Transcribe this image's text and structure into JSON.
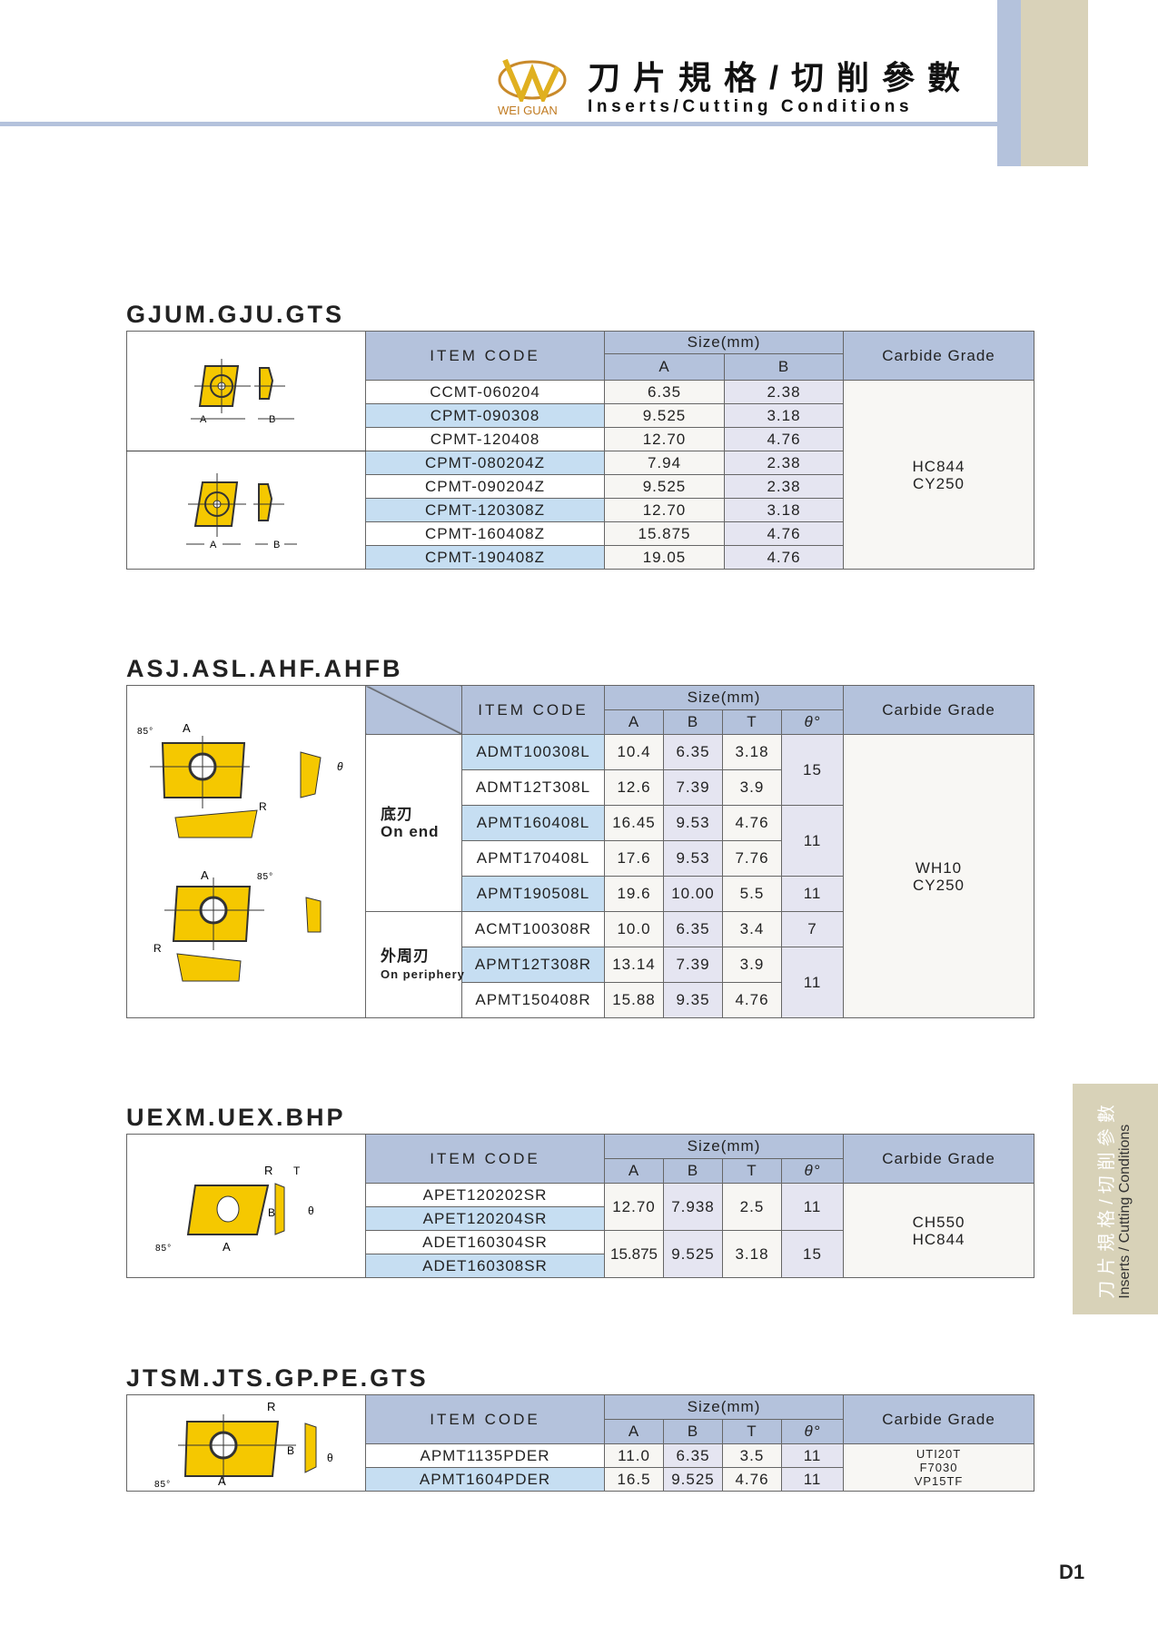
{
  "header": {
    "brand": "WEI GUAN",
    "title_zh": "刀片規格/切削參數",
    "title_en": "Inserts/Cutting Conditions"
  },
  "side_tab": {
    "zh": "刀片規格/切削參數",
    "en": "Inserts / Cutting Conditions"
  },
  "page_number": "D1",
  "common": {
    "item_code": "ITEM CODE",
    "size": "Size(mm)",
    "grade": "Carbide Grade",
    "A": "A",
    "B": "B",
    "T": "T",
    "theta": "θ°"
  },
  "t1": {
    "title": "GJUM.GJU.GTS",
    "grade": [
      "HC844",
      "CY250"
    ],
    "rows": [
      [
        "CCMT-060204",
        "6.35",
        "2.38"
      ],
      [
        "CPMT-090308",
        "9.525",
        "3.18"
      ],
      [
        "CPMT-120408",
        "12.70",
        "4.76"
      ],
      [
        "CPMT-080204Z",
        "7.94",
        "2.38"
      ],
      [
        "CPMT-090204Z",
        "9.525",
        "2.38"
      ],
      [
        "CPMT-120308Z",
        "12.70",
        "3.18"
      ],
      [
        "CPMT-160408Z",
        "15.875",
        "4.76"
      ],
      [
        "CPMT-190408Z",
        "19.05",
        "4.76"
      ]
    ]
  },
  "t2": {
    "title": "ASJ.ASL.AHF.AHFB",
    "grade": [
      "WH10",
      "CY250"
    ],
    "group1": {
      "zh": "底刃",
      "en": "On end"
    },
    "group2": {
      "zh": "外周刃",
      "en": "On periphery"
    },
    "rows": [
      [
        "ADMT100308L",
        "10.4",
        "6.35",
        "3.18"
      ],
      [
        "ADMT12T308L",
        "12.6",
        "7.39",
        "3.9"
      ],
      [
        "APMT160408L",
        "16.45",
        "9.53",
        "4.76"
      ],
      [
        "APMT170408L",
        "17.6",
        "9.53",
        "7.76"
      ],
      [
        "APMT190508L",
        "19.6",
        "10.00",
        "5.5"
      ],
      [
        "ACMT100308R",
        "10.0",
        "6.35",
        "3.4"
      ],
      [
        "APMT12T308R",
        "13.14",
        "7.39",
        "3.9"
      ],
      [
        "APMT150408R",
        "15.88",
        "9.35",
        "4.76"
      ]
    ],
    "theta": [
      "15",
      "11",
      "11",
      "7",
      "11"
    ]
  },
  "t3": {
    "title": "UEXM.UEX.BHP",
    "grade": [
      "CH550",
      "HC844"
    ],
    "codes": [
      "APET120202SR",
      "APET120204SR",
      "ADET160304SR",
      "ADET160308SR"
    ],
    "groups": [
      [
        "12.70",
        "7.938",
        "2.5",
        "11"
      ],
      [
        "15.875",
        "9.525",
        "3.18",
        "15"
      ]
    ]
  },
  "t4": {
    "title": "JTSM.JTS.GP.PE.GTS",
    "grade": [
      "UTI20T",
      "F7030",
      "VP15TF"
    ],
    "rows": [
      [
        "APMT1135PDER",
        "11.0",
        "6.35",
        "3.5",
        "11"
      ],
      [
        "APMT1604PDER",
        "16.5",
        "9.525",
        "4.76",
        "11"
      ]
    ]
  },
  "diagram_labels": {
    "A": "A",
    "B": "B",
    "R": "R",
    "T": "T",
    "angle": "85°",
    "theta": "θ"
  },
  "colors": {
    "header": "#b4c2dc",
    "highlight": "#c6def2",
    "insert": "#f5c800",
    "side_tab": "#d8d2b8"
  }
}
